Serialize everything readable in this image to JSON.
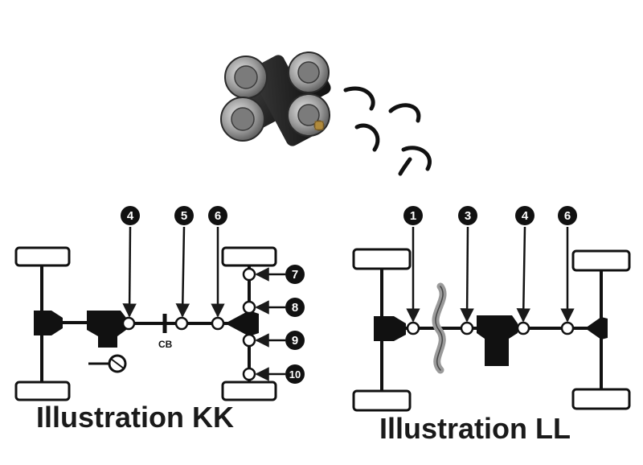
{
  "product": {
    "name_icon": "universal-joint-icon",
    "clip_icon": "retaining-clip-icon",
    "clip_count": 4
  },
  "illustration_kk": {
    "caption": "Illustration KK",
    "center_bearing_label": "CB",
    "callouts": [
      "4",
      "5",
      "6",
      "7",
      "8",
      "9",
      "10"
    ]
  },
  "illustration_ll": {
    "caption": "Illustration LL",
    "callouts": [
      "1",
      "3",
      "4",
      "6"
    ]
  },
  "colors": {
    "line": "#1a1a1a",
    "accent_grey": "#9a9a9a",
    "background": "#ffffff"
  }
}
